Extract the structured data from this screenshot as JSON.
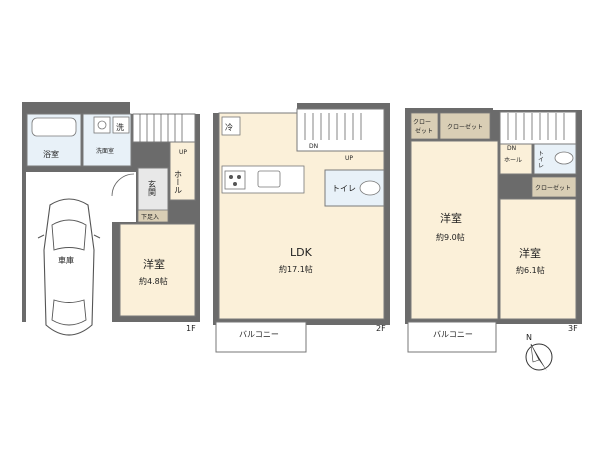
{
  "colors": {
    "wall": "#6b6b6b",
    "room_warm": "#fbf0d9",
    "room_cool": "#e8f1f8",
    "closet": "#d9ceb5",
    "white": "#ffffff"
  },
  "floor1": {
    "floor": "1F",
    "bath": "浴室",
    "washroom": "洗面室",
    "wash_mark": "洗",
    "up": "UP",
    "hall": "ホール",
    "entrance": "玄関",
    "shoe_box": "下足入",
    "garage": "車庫",
    "room": "洋室",
    "room_size": "約4.8帖"
  },
  "floor2": {
    "floor": "2F",
    "fridge": "冷",
    "dn": "DN",
    "up": "UP",
    "toilet": "トイレ",
    "ldk": "LDK",
    "ldk_size": "約17.1帖",
    "balcony": "バルコニー"
  },
  "floor3": {
    "floor": "3F",
    "closet_small": "クロー\nゼット",
    "closet": "クローゼット",
    "closet2": "クローゼット",
    "dn": "DN",
    "hall": "ホール",
    "toilet": "トイレ",
    "room1": "洋室",
    "room1_size": "約9.0帖",
    "room2": "洋室",
    "room2_size": "約6.1帖",
    "balcony": "バルコニー"
  },
  "compass": {
    "north": "N"
  }
}
